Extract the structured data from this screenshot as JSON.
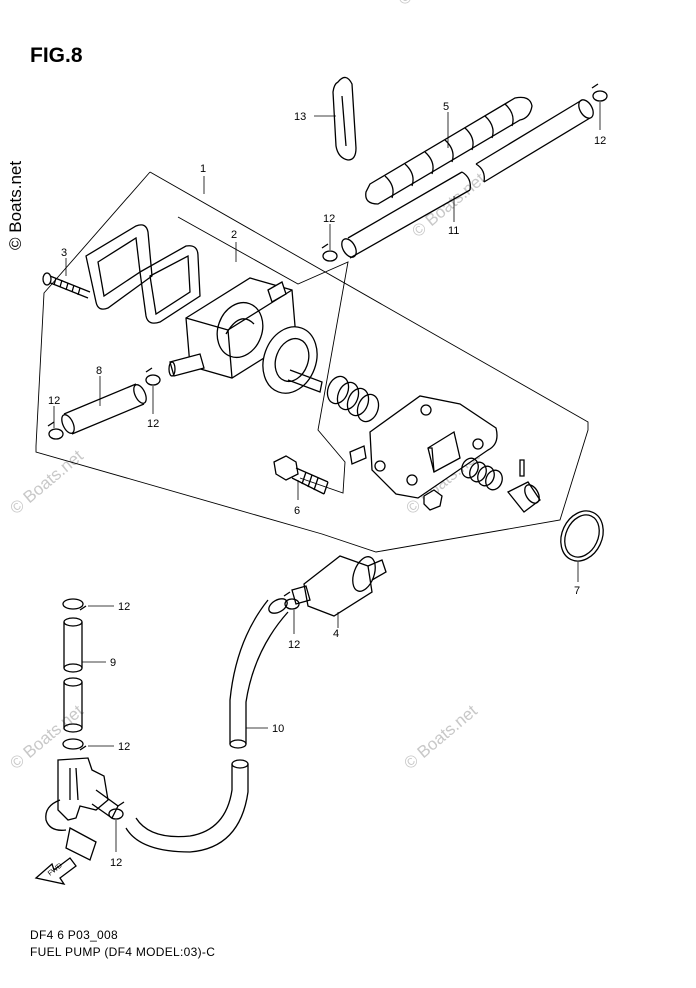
{
  "figure": {
    "title": "FIG.8",
    "drawing_code": "DF4 6 P03_008",
    "caption": "FUEL PUMP (DF4 MODEL:03)-C"
  },
  "watermark": {
    "side_text": "© Boats.net",
    "diagonal_text": "© Boats.net"
  },
  "fwd_arrow_text": "FWD",
  "callouts": [
    {
      "id": "c1",
      "label": "1"
    },
    {
      "id": "c2",
      "label": "2"
    },
    {
      "id": "c3",
      "label": "3"
    },
    {
      "id": "c4",
      "label": "4"
    },
    {
      "id": "c5",
      "label": "5"
    },
    {
      "id": "c6",
      "label": "6"
    },
    {
      "id": "c7",
      "label": "7"
    },
    {
      "id": "c8",
      "label": "8"
    },
    {
      "id": "c9",
      "label": "9"
    },
    {
      "id": "c10",
      "label": "10"
    },
    {
      "id": "c11",
      "label": "11"
    },
    {
      "id": "c12a",
      "label": "12"
    },
    {
      "id": "c12b",
      "label": "12"
    },
    {
      "id": "c12c",
      "label": "12"
    },
    {
      "id": "c12d",
      "label": "12"
    },
    {
      "id": "c12e",
      "label": "12"
    },
    {
      "id": "c12f",
      "label": "12"
    },
    {
      "id": "c12g",
      "label": "12"
    },
    {
      "id": "c12h",
      "label": "12"
    },
    {
      "id": "c13",
      "label": "13"
    }
  ]
}
